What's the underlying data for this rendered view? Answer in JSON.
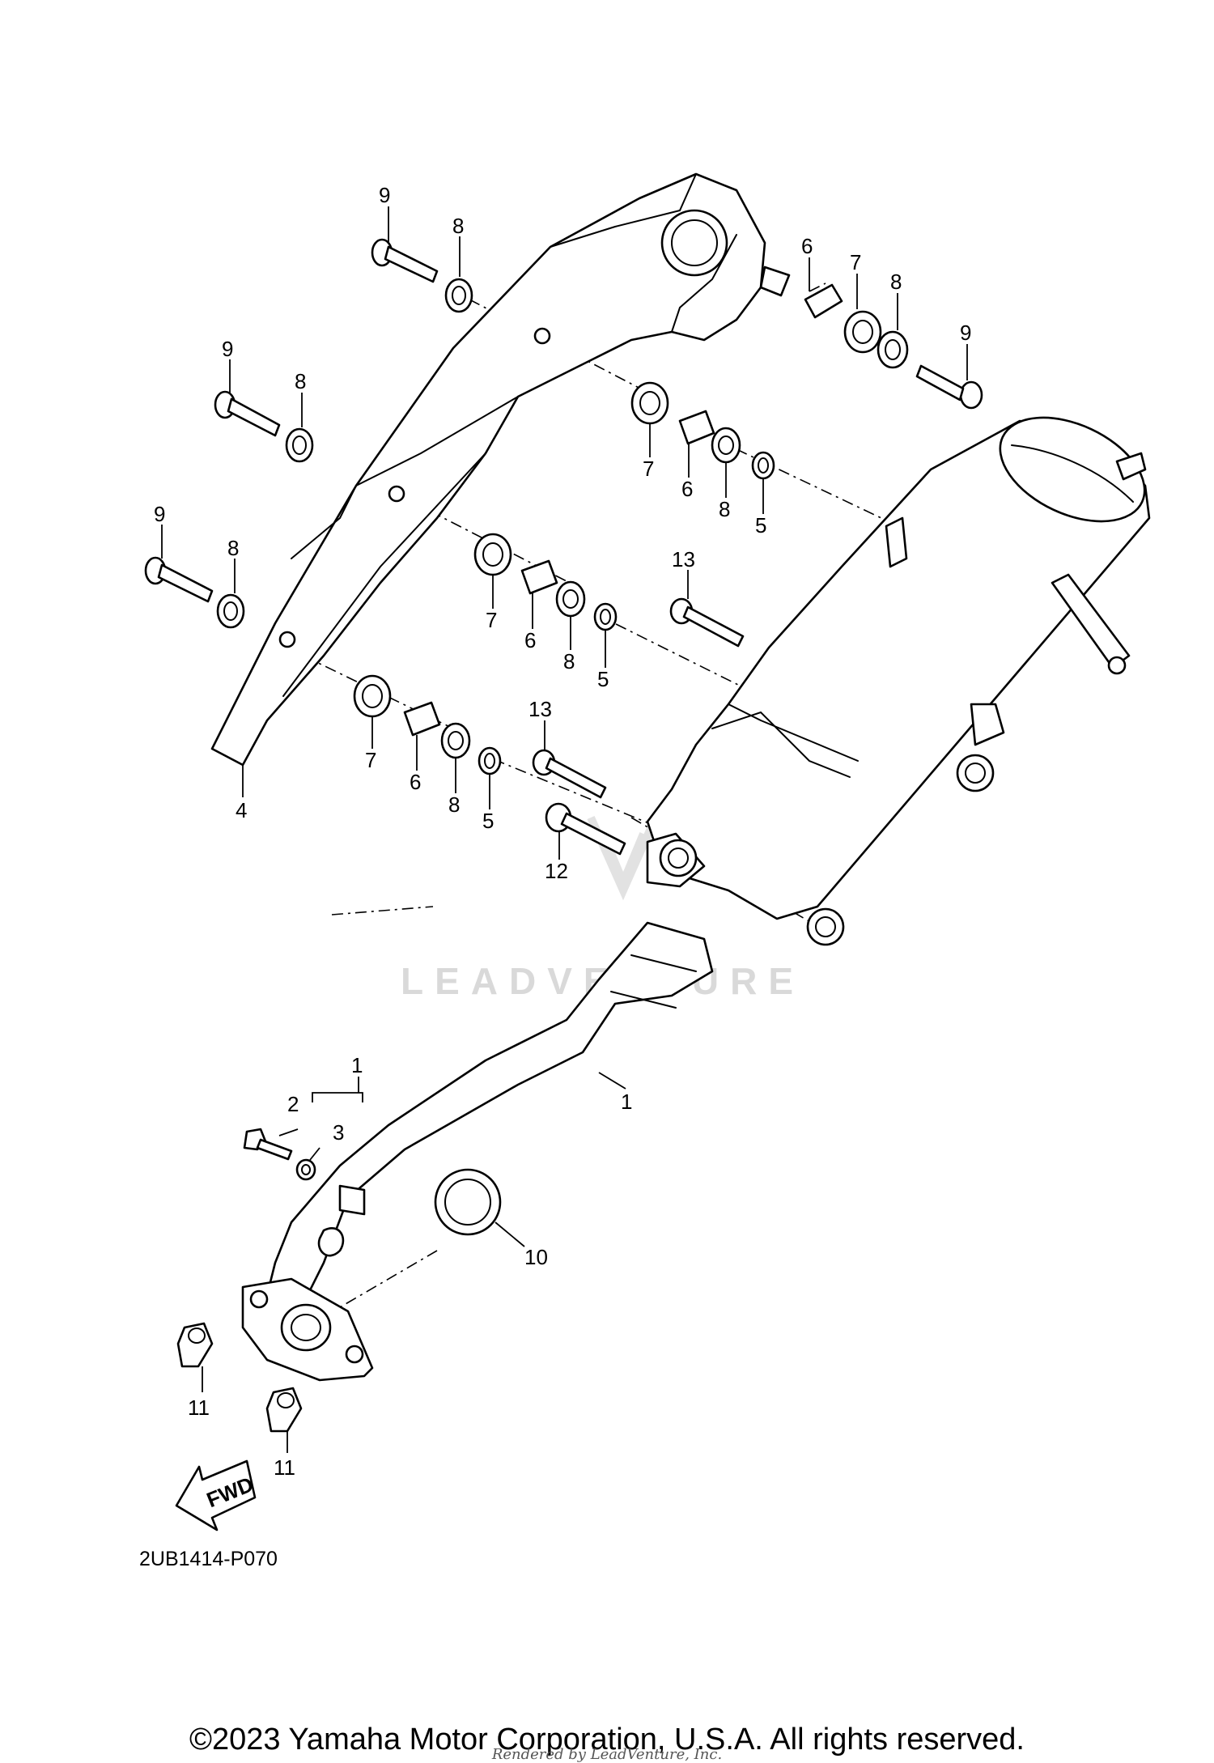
{
  "diagram": {
    "code": "2UB1414-P070",
    "watermark": "LEADVENTURE",
    "direction_label": "FWD"
  },
  "callouts": [
    {
      "id": "c1a",
      "label": "1"
    },
    {
      "id": "c1b",
      "label": "1"
    },
    {
      "id": "c2",
      "label": "2"
    },
    {
      "id": "c3",
      "label": "3"
    },
    {
      "id": "c4",
      "label": "4"
    },
    {
      "id": "c5a",
      "label": "5"
    },
    {
      "id": "c5b",
      "label": "5"
    },
    {
      "id": "c5c",
      "label": "5"
    },
    {
      "id": "c6a",
      "label": "6"
    },
    {
      "id": "c6b",
      "label": "6"
    },
    {
      "id": "c6c",
      "label": "6"
    },
    {
      "id": "c6d",
      "label": "6"
    },
    {
      "id": "c7a",
      "label": "7"
    },
    {
      "id": "c7b",
      "label": "7"
    },
    {
      "id": "c7c",
      "label": "7"
    },
    {
      "id": "c7d",
      "label": "7"
    },
    {
      "id": "c8a",
      "label": "8"
    },
    {
      "id": "c8b",
      "label": "8"
    },
    {
      "id": "c8c",
      "label": "8"
    },
    {
      "id": "c8d",
      "label": "8"
    },
    {
      "id": "c8e",
      "label": "8"
    },
    {
      "id": "c8f",
      "label": "8"
    },
    {
      "id": "c8g",
      "label": "8"
    },
    {
      "id": "c9a",
      "label": "9"
    },
    {
      "id": "c9b",
      "label": "9"
    },
    {
      "id": "c9c",
      "label": "9"
    },
    {
      "id": "c9d",
      "label": "9"
    },
    {
      "id": "c10",
      "label": "10"
    },
    {
      "id": "c11a",
      "label": "11"
    },
    {
      "id": "c11b",
      "label": "11"
    },
    {
      "id": "c12",
      "label": "12"
    },
    {
      "id": "c13a",
      "label": "13"
    },
    {
      "id": "c13b",
      "label": "13"
    }
  ],
  "footer": {
    "copyright": "©2023 Yamaha Motor Corporation, U.S.A. All rights reserved.",
    "rendered_by": "Rendered by LeadVenture, Inc."
  }
}
